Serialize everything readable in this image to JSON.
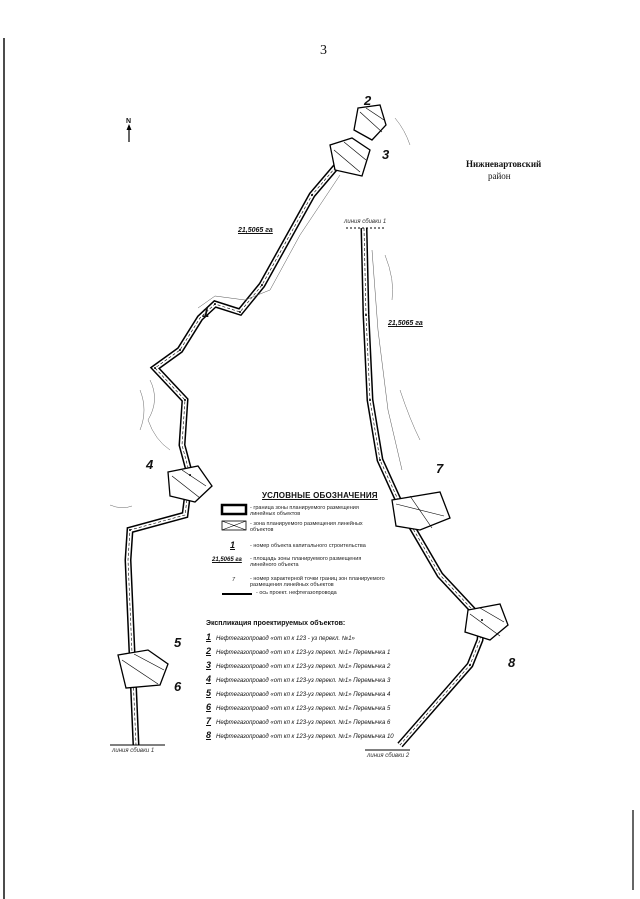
{
  "page_number": "3",
  "district": {
    "line1": "Нижневартовский",
    "line2": "район"
  },
  "distance_label_left": "21,5065 га",
  "distance_label_right": "21,5065 га",
  "match_line_1_top": "линия сбивки 1",
  "match_line_1_bottom": "линия сбивки 1",
  "match_line_2_bottom": "линия сбивки 2",
  "north_label": "N",
  "object_labels": [
    "1",
    "2",
    "3",
    "4",
    "5",
    "6",
    "7",
    "8"
  ],
  "legend": {
    "title": "УСЛОВНЫЕ ОБОЗНАЧЕНИЯ",
    "items": [
      {
        "symbol": "boundary-rect",
        "text": "- граница зоны планируемого размещения линейных объектов"
      },
      {
        "symbol": "hatched-rect",
        "text": "- зона планируемого размещения линейных объектов"
      },
      {
        "symbol": "1",
        "text": "- номер объекта капитального строительства"
      },
      {
        "symbol": "21,5065 га",
        "text": "- площадь зоны планируемого размещения линейного объекта"
      },
      {
        "symbol": "7",
        "text": "- номер характерной точки границ зон планируемого размещения линейных объектов"
      },
      {
        "symbol": "axis-line",
        "text": "- ось проект. нефтегазопровода"
      }
    ]
  },
  "explication": {
    "title": "Экспликация проектируемых объектов:",
    "rows": [
      {
        "num": "1",
        "text": "Нефтегазопровод «от кп к 123 - уз перекл. №1»"
      },
      {
        "num": "2",
        "text": "Нефтегазопровод «от кп к 123-уз перекл. №1» Перемычка 1"
      },
      {
        "num": "3",
        "text": "Нефтегазопровод «от кп к 123-уз перекл. №1» Перемычка 2"
      },
      {
        "num": "4",
        "text": "Нефтегазопровод «от кп к 123-уз перекл. №1» Перемычка 3"
      },
      {
        "num": "5",
        "text": "Нефтегазопровод «от кп к 123-уз перекл. №1» Перемычка 4"
      },
      {
        "num": "6",
        "text": "Нефтегазопровод «от кп к 123-уз перекл. №1» Перемычка 5"
      },
      {
        "num": "7",
        "text": "Нефтегазопровод «от кп к 123-уз перекл. №1» Перемычка 6"
      },
      {
        "num": "8",
        "text": "Нефтегазопровод «от кп к 123-уз перекл. №1» Перемычка 10"
      }
    ]
  }
}
